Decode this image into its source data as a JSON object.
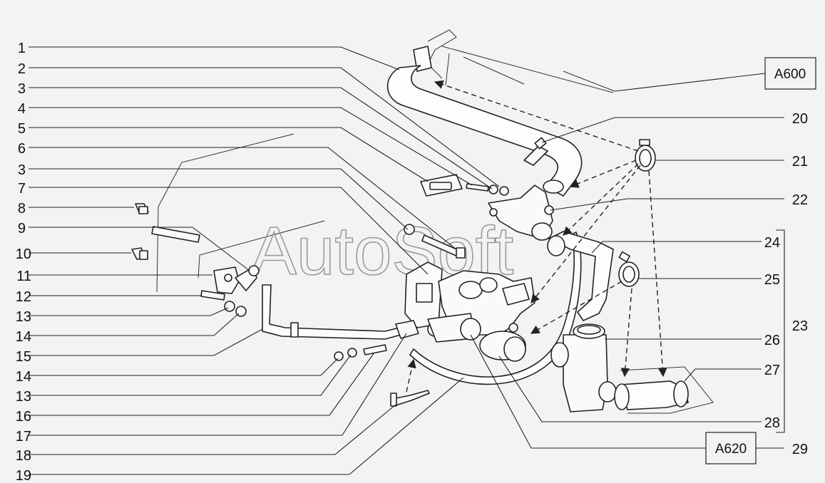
{
  "left_labels": [
    "1",
    "2",
    "3",
    "4",
    "5",
    "6",
    "3",
    "7",
    "8",
    "9",
    "10",
    "11",
    "12",
    "13",
    "14",
    "15",
    "14",
    "13",
    "16",
    "17",
    "18",
    "19"
  ],
  "right_labels": [
    "20",
    "21",
    "22",
    "24",
    "25",
    "26",
    "27",
    "28",
    "29"
  ],
  "bracket_label": "23",
  "ref_box_top": "A600",
  "ref_box_bottom": "A620",
  "watermark": "AutoSoft",
  "colors": {
    "background": "#f3f3f3",
    "line": "#222222",
    "watermark": "#9a9a9a"
  }
}
